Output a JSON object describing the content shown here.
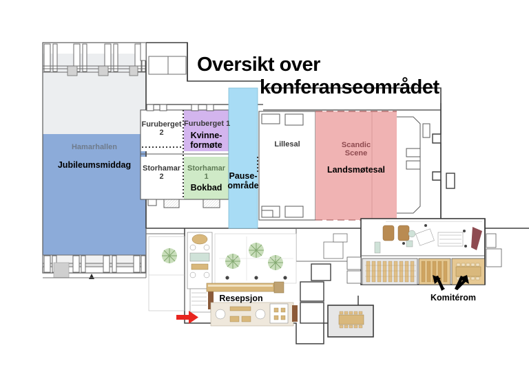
{
  "title": {
    "line1": "Oversikt over",
    "line2": "konferanseområdet"
  },
  "colors": {
    "hall_blue": "#8cabd9",
    "hall_grey": "#eceef0",
    "pause_blue": "#a8dcf5",
    "purple": "#d3b5ee",
    "green": "#cfeac7",
    "red": "#f0b3b3",
    "wall": "#4a4a4a",
    "furniture_tan": "#d9b87c",
    "plant_green": "#9dc08b",
    "arrow_red": "#e8251f",
    "arrow_black": "#000000"
  },
  "rooms": [
    {
      "id": "hamarhallen",
      "name": "Hamarhallen",
      "use": "Jubileumsmiddag",
      "name_style": "grey",
      "fill": "#8cabd9"
    },
    {
      "id": "furuberget2",
      "name": "Furuberget",
      "name2": "2",
      "use": "",
      "name_style": "plain",
      "fill": "#ffffff"
    },
    {
      "id": "furuberget1",
      "name": "Furuberget 1",
      "use": "Kvinne-\nformøte",
      "use_line1": "Kvinne-",
      "use_line2": "formøte",
      "name_style": "plain",
      "fill": "#d3b5ee"
    },
    {
      "id": "storhamar2",
      "name": "Storhamar",
      "name2": "2",
      "use": "",
      "name_style": "plain",
      "fill": "#ffffff"
    },
    {
      "id": "storhamar1",
      "name": "Storhamar",
      "name2": "1",
      "use": "Bokbad",
      "name_style": "green",
      "fill": "#cfeac7"
    },
    {
      "id": "pauseomrade",
      "name": "",
      "use_line1": "Pause-",
      "use_line2": "område",
      "fill": "#a8dcf5"
    },
    {
      "id": "lillesal",
      "name": "Lillesal",
      "use": "",
      "name_style": "plain",
      "fill": "#ffffff"
    },
    {
      "id": "scandicscene",
      "name_line1": "Scandic",
      "name_line2": "Scene",
      "use": "Landsmøtesal",
      "name_style": "red",
      "fill": "#f0b3b3"
    }
  ],
  "annotations": [
    {
      "id": "resepsjon",
      "label": "Resepsjon"
    },
    {
      "id": "komiterom",
      "label": "Komitérom"
    }
  ],
  "markers": [
    {
      "id": "entrance-arrow",
      "icon": "arrow-right-icon",
      "color": "#e8251f"
    },
    {
      "id": "komiterom-arrow-left",
      "icon": "arrow-up-left-icon",
      "color": "#000000"
    },
    {
      "id": "komiterom-arrow-right",
      "icon": "arrow-up-right-icon",
      "color": "#000000"
    }
  ]
}
